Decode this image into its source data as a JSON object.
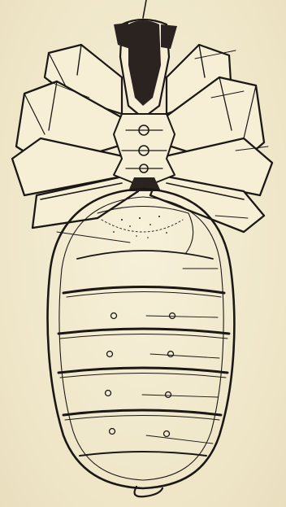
{
  "figure": {
    "colors": {
      "paper": "#f3ecd2",
      "ink": "#1b1714",
      "shadow": "#2a2320"
    },
    "segments": {
      "abdominal_segment_count": 5,
      "leg_pairs": 3
    },
    "leader_lines_count": 11
  }
}
